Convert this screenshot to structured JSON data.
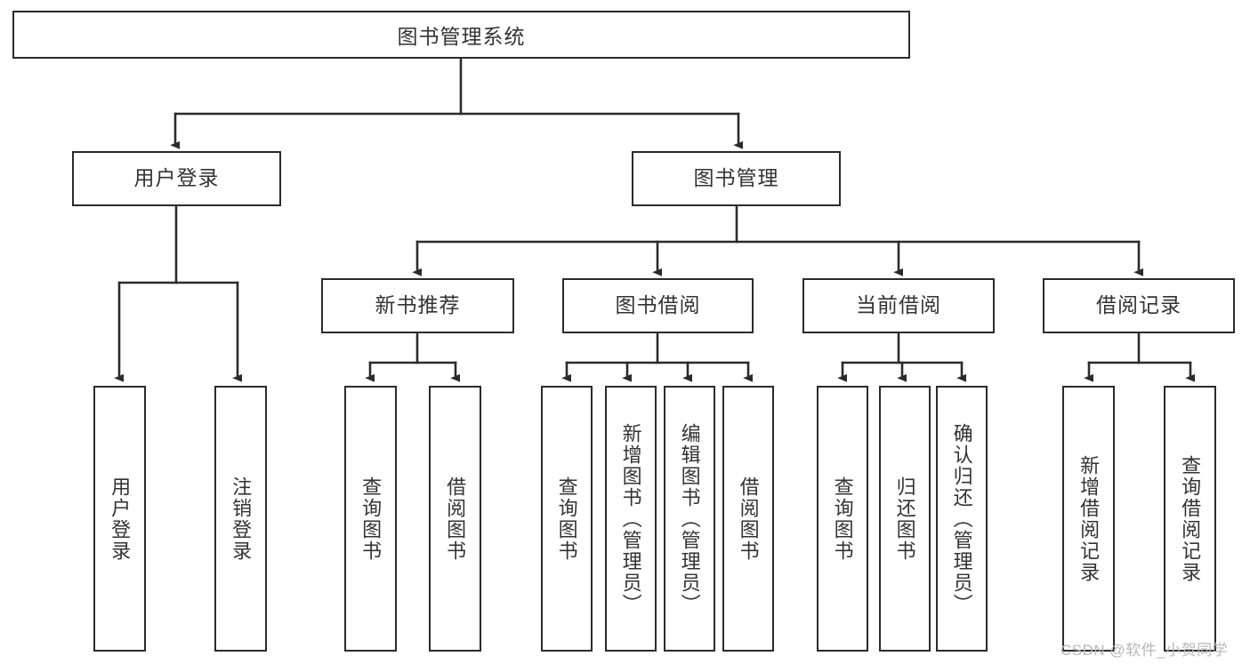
{
  "diagram": {
    "title": "图书管理系统",
    "type": "tree-hierarchy-chart",
    "watermark": "CSDN @软件_小贺同学",
    "colors": {
      "border": "#2b2b2b",
      "text": "#333333",
      "background": "#ffffff",
      "edge": "#2b2b2b",
      "watermark": "#b8b8b8"
    },
    "nodes": {
      "root": {
        "label": "图书管理系统"
      },
      "level2": [
        {
          "id": "user-login",
          "label": "用户登录"
        },
        {
          "id": "book-management",
          "label": "图书管理"
        }
      ],
      "level3": [
        {
          "id": "new-book-recommend",
          "label": "新书推荐"
        },
        {
          "id": "book-borrow",
          "label": "图书借阅"
        },
        {
          "id": "current-borrow",
          "label": "当前借阅"
        },
        {
          "id": "borrow-record",
          "label": "借阅记录"
        }
      ],
      "leaves": {
        "user_login": [
          {
            "id": "leaf-user-login",
            "label": "用户登录"
          },
          {
            "id": "leaf-logout-login",
            "label": "注销登录"
          }
        ],
        "new_book_recommend": [
          {
            "id": "leaf-query-book-1",
            "label": "查询图书"
          },
          {
            "id": "leaf-borrow-book-1",
            "label": "借阅图书"
          }
        ],
        "book_borrow": [
          {
            "id": "leaf-query-book-2",
            "label": "查询图书"
          },
          {
            "id": "leaf-add-book",
            "label": "新增图书（管理员）"
          },
          {
            "id": "leaf-edit-book",
            "label": "编辑图书（管理员）"
          },
          {
            "id": "leaf-borrow-book-2",
            "label": "借阅图书"
          }
        ],
        "current_borrow": [
          {
            "id": "leaf-query-book-3",
            "label": "查询图书"
          },
          {
            "id": "leaf-return-book",
            "label": "归还图书"
          },
          {
            "id": "leaf-confirm-return",
            "label": "确认归还（管理员）"
          }
        ],
        "borrow_record": [
          {
            "id": "leaf-add-record",
            "label": "新增借阅记录"
          },
          {
            "id": "leaf-query-record",
            "label": "查询借阅记录"
          }
        ]
      }
    }
  }
}
